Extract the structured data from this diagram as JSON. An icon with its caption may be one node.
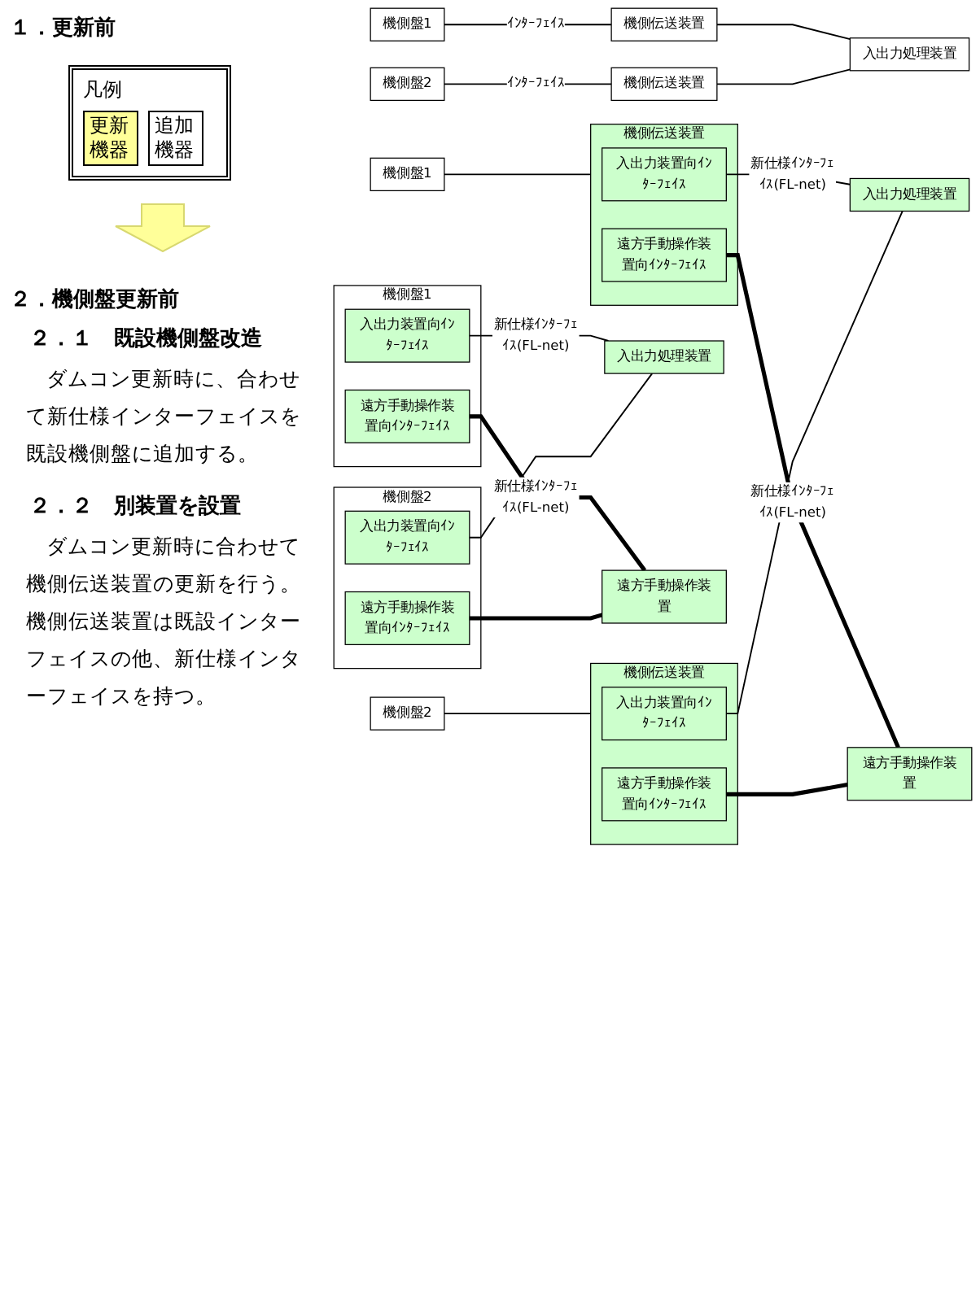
{
  "diagram": {
    "nodes": [
      {
        "text": [
          "機側盤1"
        ]
      },
      {
        "text": [
          "機側伝送装置"
        ]
      },
      {
        "text": [
          "入出力処理装置"
        ]
      },
      {
        "text": [
          "機側盤2"
        ]
      },
      {
        "text": [
          "機側伝送装置"
        ]
      },
      {
        "text": [
          "機側盤1"
        ]
      },
      {
        "text": [
          "入出力装置向ｲﾝﾀｰﾌｪｲｽ"
        ],
        "in": 5
      },
      {
        "text": [
          "遠方手動操作装置向ｲﾝﾀｰﾌｪｲｽ"
        ],
        "in": 5
      },
      {
        "text": [
          "入出力処理装置"
        ]
      },
      {
        "text": [
          "機側盤2"
        ]
      },
      {
        "text": [
          "入出力装置向ｲﾝﾀｰﾌｪｲｽ"
        ],
        "in": 9
      },
      {
        "text": [
          "遠方手動操作装置向ｲﾝﾀｰﾌｪｲｽ"
        ],
        "in": 9
      },
      {
        "text": [
          "遠方手動操作装置"
        ]
      },
      {
        "text": [
          "機側盤1"
        ]
      },
      {
        "text": [
          "機側伝送装置"
        ]
      },
      {
        "text": [
          "入出力装置向ｲﾝﾀｰﾌｪｲｽ"
        ],
        "in": 14
      },
      {
        "text": [
          "遠方手動操作装置向ｲﾝﾀｰﾌｪｲｽ"
        ],
        "in": 14
      },
      {
        "text": [
          "入出力処理装置"
        ]
      },
      {
        "text": [
          "機側盤2"
        ]
      },
      {
        "text": [
          "機側伝送装置"
        ]
      },
      {
        "text": [
          "入出力装置向ｲﾝﾀｰﾌｪｲｽ"
        ],
        "in": 19
      },
      {
        "text": [
          "遠方手動操作装置向ｲﾝﾀｰﾌｪｲｽ"
        ],
        "in": 19
      },
      {
        "text": [
          "遠方手動操作装置"
        ]
      }
    ],
    "edges": [
      {
        "from": 0,
        "to": 1,
        "arrow": "none",
        "label": "ｲﾝﾀｰﾌｪｲｽ"
      },
      {
        "from": 1,
        "to": 2,
        "arrow": "none"
      },
      {
        "from": 3,
        "to": 4,
        "arrow": "none",
        "label": "ｲﾝﾀｰﾌｪｲｽ"
      },
      {
        "from": 4,
        "to": 2,
        "arrow": "none"
      },
      {
        "from": 6,
        "to": 8,
        "arrow": "none",
        "label": "新仕様ｲﾝﾀｰﾌｪｲｽ(FL-net)"
      },
      {
        "from": 10,
        "to": 8,
        "arrow": "none"
      },
      {
        "from": 7,
        "to": 12,
        "arrow": "none",
        "label": "新仕様ｲﾝﾀｰﾌｪｲｽ(FL-net)",
        "style": "thick"
      },
      {
        "from": 11,
        "to": 12,
        "arrow": "none",
        "style": "thick"
      },
      {
        "from": 13,
        "to": 14,
        "arrow": "none"
      },
      {
        "from": 15,
        "to": 17,
        "arrow": "none",
        "label": "新仕様ｲﾝﾀｰﾌｪｲｽ(FL-net)"
      },
      {
        "from": 20,
        "to": 17,
        "arrow": "none"
      },
      {
        "from": 16,
        "to": 22,
        "arrow": "none",
        "label": "新仕様ｲﾝﾀｰﾌｪｲｽ(FL-net)",
        "style": "thick"
      },
      {
        "from": 21,
        "to": 22,
        "arrow": "none",
        "style": "thick"
      },
      {
        "from": 18,
        "to": 19,
        "arrow": "none"
      }
    ],
    "labels": [
      "１．更新前",
      "凡例",
      "２．機側盤更新前",
      "２．１　既設機側盤改造",
      "ダムコン更新時に、合わせて新仕様インターフェイスを既設機側盤に追加する。",
      "２．２　別装置を設置",
      "ダムコン更新時に合わせて機側伝送装置の更新を行う。機側伝送装置は既設インターフェイスの他、新仕様インターフェイスを持つ。"
    ],
    "legend": [
      {
        "text": "更新機器",
        "color": "#ffff99"
      },
      {
        "text": "追加機器",
        "color": "#ffffff"
      }
    ]
  }
}
